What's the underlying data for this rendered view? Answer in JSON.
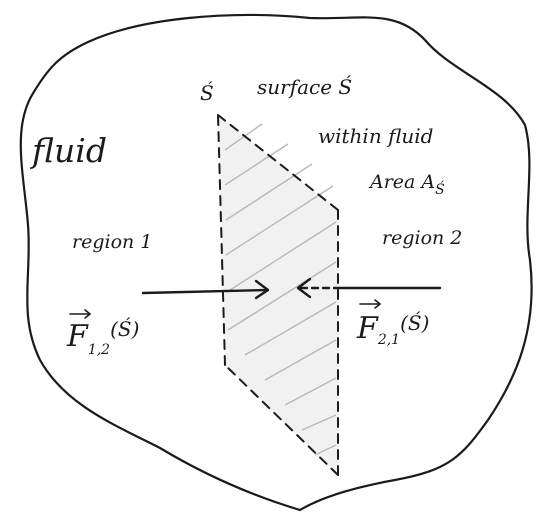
{
  "labels": {
    "fluid": "fluid",
    "surface_symbol": "Ś",
    "surface_title": "surface Ś",
    "within_fluid": "within fluid",
    "area": "Area A",
    "area_subscript": "Ś",
    "region1": "region 1",
    "region2": "region 2"
  },
  "forces": {
    "f12": {
      "letter": "F",
      "subscript": "1,2",
      "argument": "(Ś)"
    },
    "f21": {
      "letter": "F",
      "subscript": "2,1",
      "argument": "(Ś)"
    }
  },
  "colors": {
    "ink": "#1b1b1b",
    "hatch": "#b8b8b8",
    "background": "#ffffff"
  }
}
